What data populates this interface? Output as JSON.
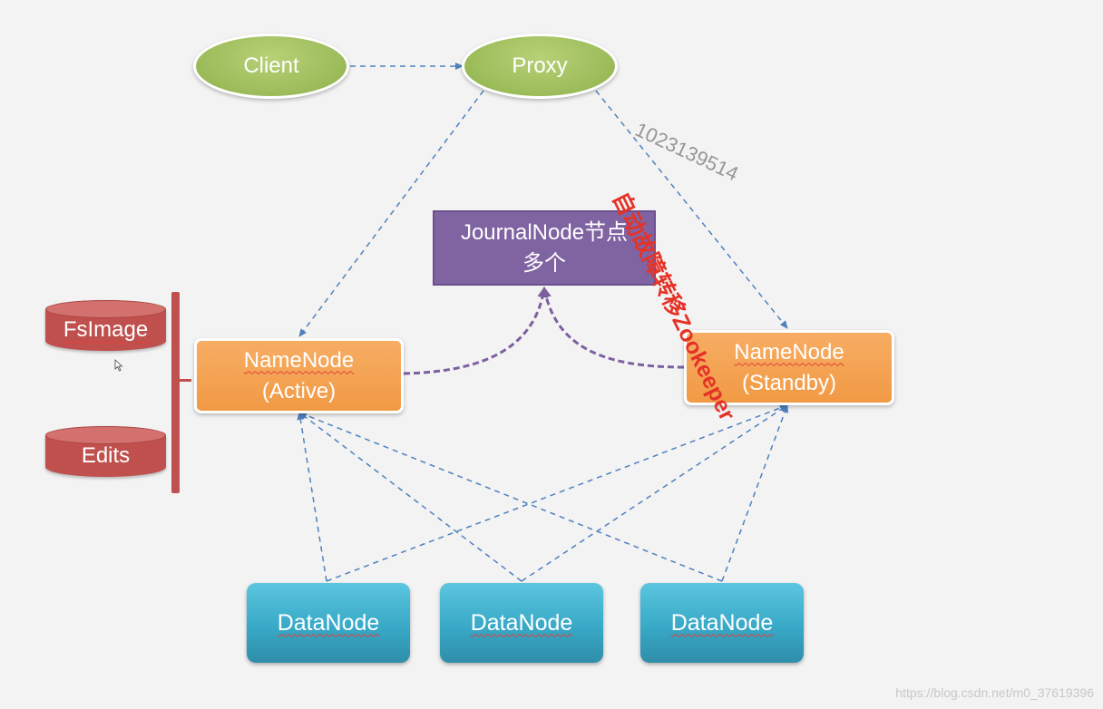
{
  "nodes": {
    "client": "Client",
    "proxy": "Proxy",
    "journal_line1": "JournalNode节点",
    "journal_line2": "多个",
    "namenode_active_line1": "NameNode",
    "namenode_active_line2": "(Active)",
    "namenode_standby_line1": "NameNode",
    "namenode_standby_line2": "(Standby)",
    "datanodes": [
      "DataNode",
      "DataNode",
      "DataNode"
    ],
    "fsimage": "FsImage",
    "edits": "Edits"
  },
  "annotation": "自动故障转移Zookeeper",
  "watermark_number": "1023139514",
  "watermark_url": "https://blog.csdn.net/m0_37619396",
  "colors": {
    "client_proxy": "#9bbb59",
    "journalnode": "#8064a2",
    "namenode": "#f19a45",
    "datanode": "#38a9c7",
    "storage": "#c0504d",
    "edge_blue": "#4f81bd",
    "edge_purple": "#7b5fa0",
    "annotation": "#e53226"
  },
  "icons": [
    "cursor-icon"
  ]
}
